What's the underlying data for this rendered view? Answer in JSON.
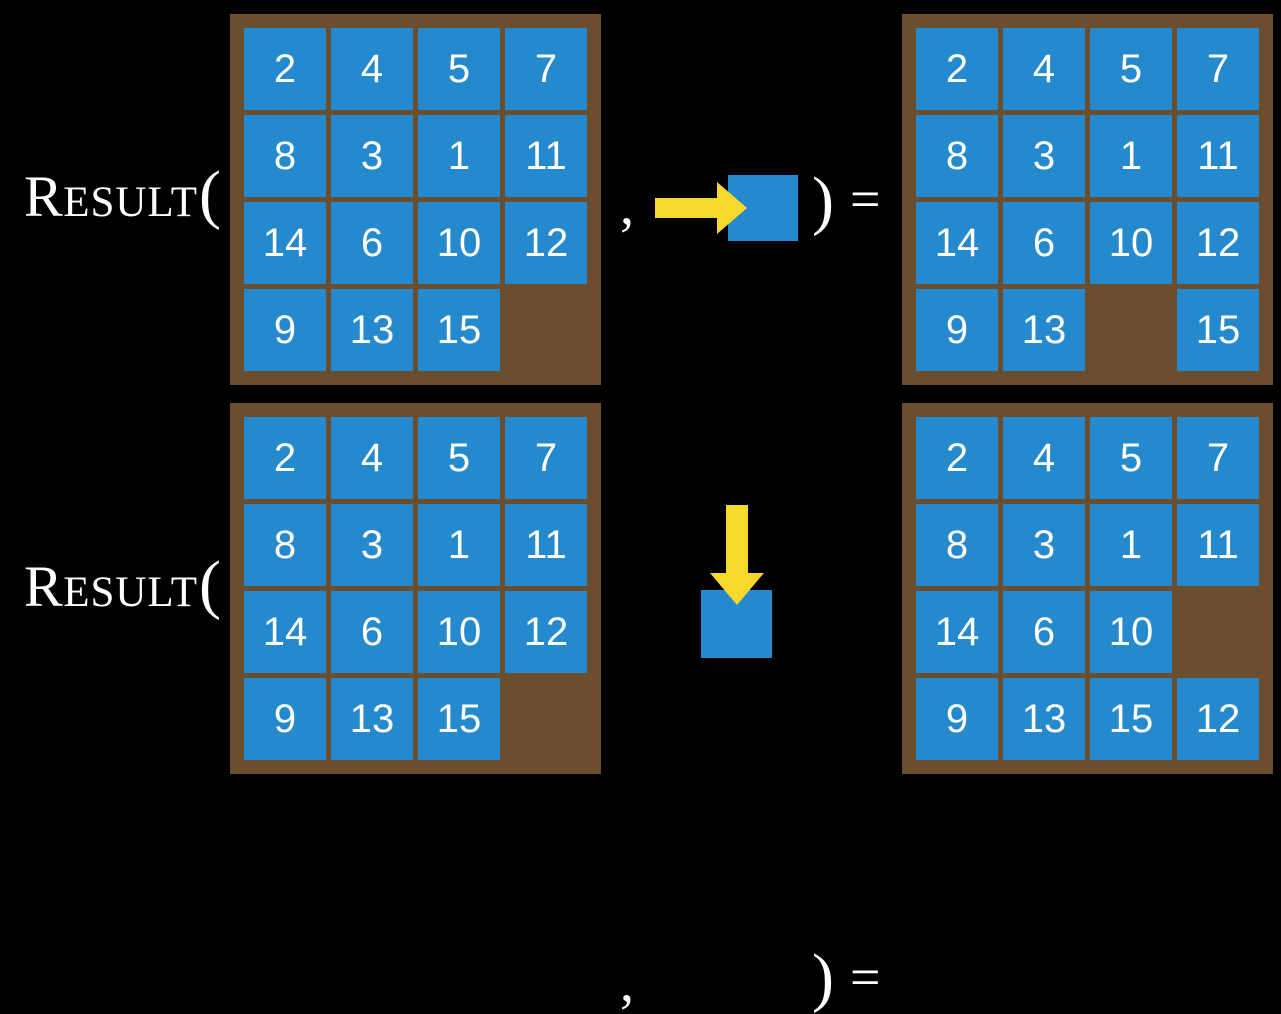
{
  "page": {
    "title": "RESULT function on 15-puzzle states",
    "background_color": "#000000"
  },
  "palette": {
    "tile_blue": "#2489cd",
    "board_brown": "#6b4e2d",
    "arrow_yellow": "#f7d92b",
    "text_white": "#ffffff",
    "background_black": "#000000"
  },
  "symbols": {
    "result_cap_first": "R",
    "result_cap_rest": "ESULT",
    "open_paren": "(",
    "comma": ",",
    "close_paren": ")",
    "equals": "="
  },
  "rows": [
    {
      "id": "row-1",
      "label": "RESULT(",
      "action": {
        "name": "slide-right",
        "arrow_direction": "right",
        "arrow_color": "#f7d92b",
        "tile_color": "#2489cd"
      },
      "input_board": {
        "name": "input-state-row-1",
        "rows": [
          [
            "2",
            "4",
            "5",
            "7"
          ],
          [
            "8",
            "3",
            "1",
            "11"
          ],
          [
            "14",
            "6",
            "10",
            "12"
          ],
          [
            "9",
            "13",
            "15",
            ""
          ]
        ]
      },
      "output_board": {
        "name": "output-state-row-1",
        "rows": [
          [
            "2",
            "4",
            "5",
            "7"
          ],
          [
            "8",
            "3",
            "1",
            "11"
          ],
          [
            "14",
            "6",
            "10",
            "12"
          ],
          [
            "9",
            "13",
            "",
            "15"
          ]
        ]
      }
    },
    {
      "id": "row-2",
      "label": "RESULT(",
      "action": {
        "name": "slide-down",
        "arrow_direction": "down",
        "arrow_color": "#f7d92b",
        "tile_color": "#2489cd"
      },
      "input_board": {
        "name": "input-state-row-2",
        "rows": [
          [
            "2",
            "4",
            "5",
            "7"
          ],
          [
            "8",
            "3",
            "1",
            "11"
          ],
          [
            "14",
            "6",
            "10",
            "12"
          ],
          [
            "9",
            "13",
            "15",
            ""
          ]
        ]
      },
      "output_board": {
        "name": "output-state-row-2",
        "rows": [
          [
            "2",
            "4",
            "5",
            "7"
          ],
          [
            "8",
            "3",
            "1",
            "11"
          ],
          [
            "14",
            "6",
            "10",
            ""
          ],
          [
            "9",
            "13",
            "15",
            "12"
          ]
        ]
      }
    }
  ]
}
